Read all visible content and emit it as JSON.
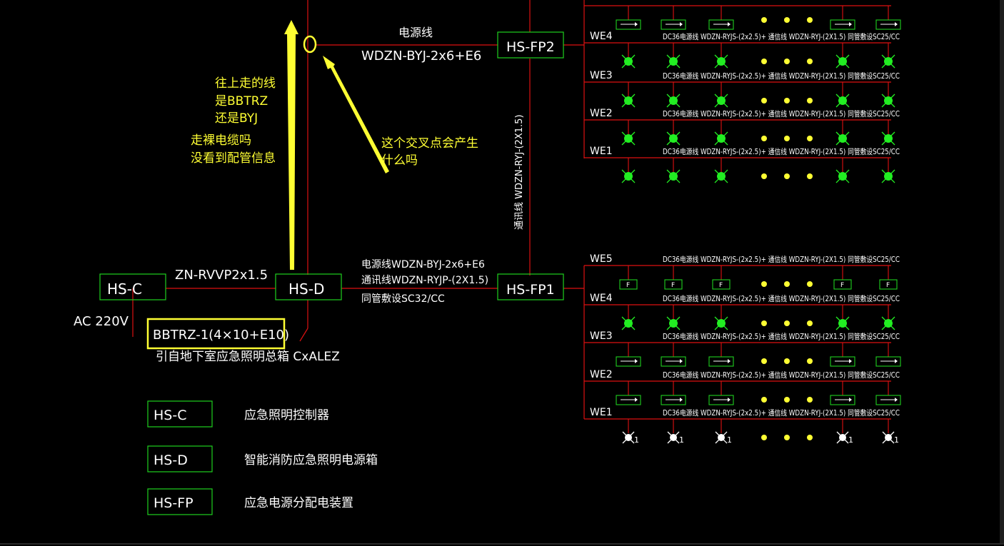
{
  "annotations": {
    "upward_line_q": [
      "往上走的线",
      "是BBTRZ",
      "还是BYJ"
    ],
    "bare_cable_q": [
      "走裸电缆吗",
      "没看到配管信息"
    ],
    "cross_point_q": [
      "这个交叉点会产生",
      "什么吗"
    ],
    "highlight_color": "#ffff33"
  },
  "devices": {
    "hs_c": "HS-C",
    "hs_d": "HS-D",
    "hs_fp1": "HS-FP1",
    "hs_fp2": "HS-FP2"
  },
  "cables": {
    "c_to_d": "ZN-RVVP2x1.5",
    "power_top_title": "电源线",
    "power_top": "WDZN-BYJ-2x6+E6",
    "vertical_comm": "通讯线 WDZN-RYJ-(2X1.5)",
    "d_to_fp1": [
      "电源线WDZN-BYJ-2x6+E6",
      "通讯线WDZN-RYJP-(2X1.5)",
      "同管敷设SC32/CC"
    ],
    "ac_label": "AC 220V",
    "incoming": "BBTRZ-1(4×10+E10)",
    "incoming_note": "引自地下室应急照明总箱 CxALEZ"
  },
  "circuit_label": "DC36电源线 WDZN-RYJS-(2x2.5)+ 通信线 WDZN-RYJ-(2X1.5) 同管敷设SC25/CC",
  "upper_block": {
    "rows": [
      "WE4",
      "WE3",
      "WE2",
      "WE1"
    ]
  },
  "lower_block": {
    "rows": [
      "WE5",
      "WE4",
      "WE3",
      "WE2",
      "WE1"
    ],
    "bottom_fixture_tag": "1"
  },
  "legend": [
    {
      "code": "HS-C",
      "desc": "应急照明控制器"
    },
    {
      "code": "HS-D",
      "desc": "智能消防应急照明电源箱"
    },
    {
      "code": "HS-FP",
      "desc": "应急电源分配电装置"
    }
  ],
  "colors": {
    "line": "#dd1111",
    "device_box": "#1fd01f",
    "fixture": "#22ee22",
    "dot": "#ffff33",
    "text": "#ffffff"
  }
}
